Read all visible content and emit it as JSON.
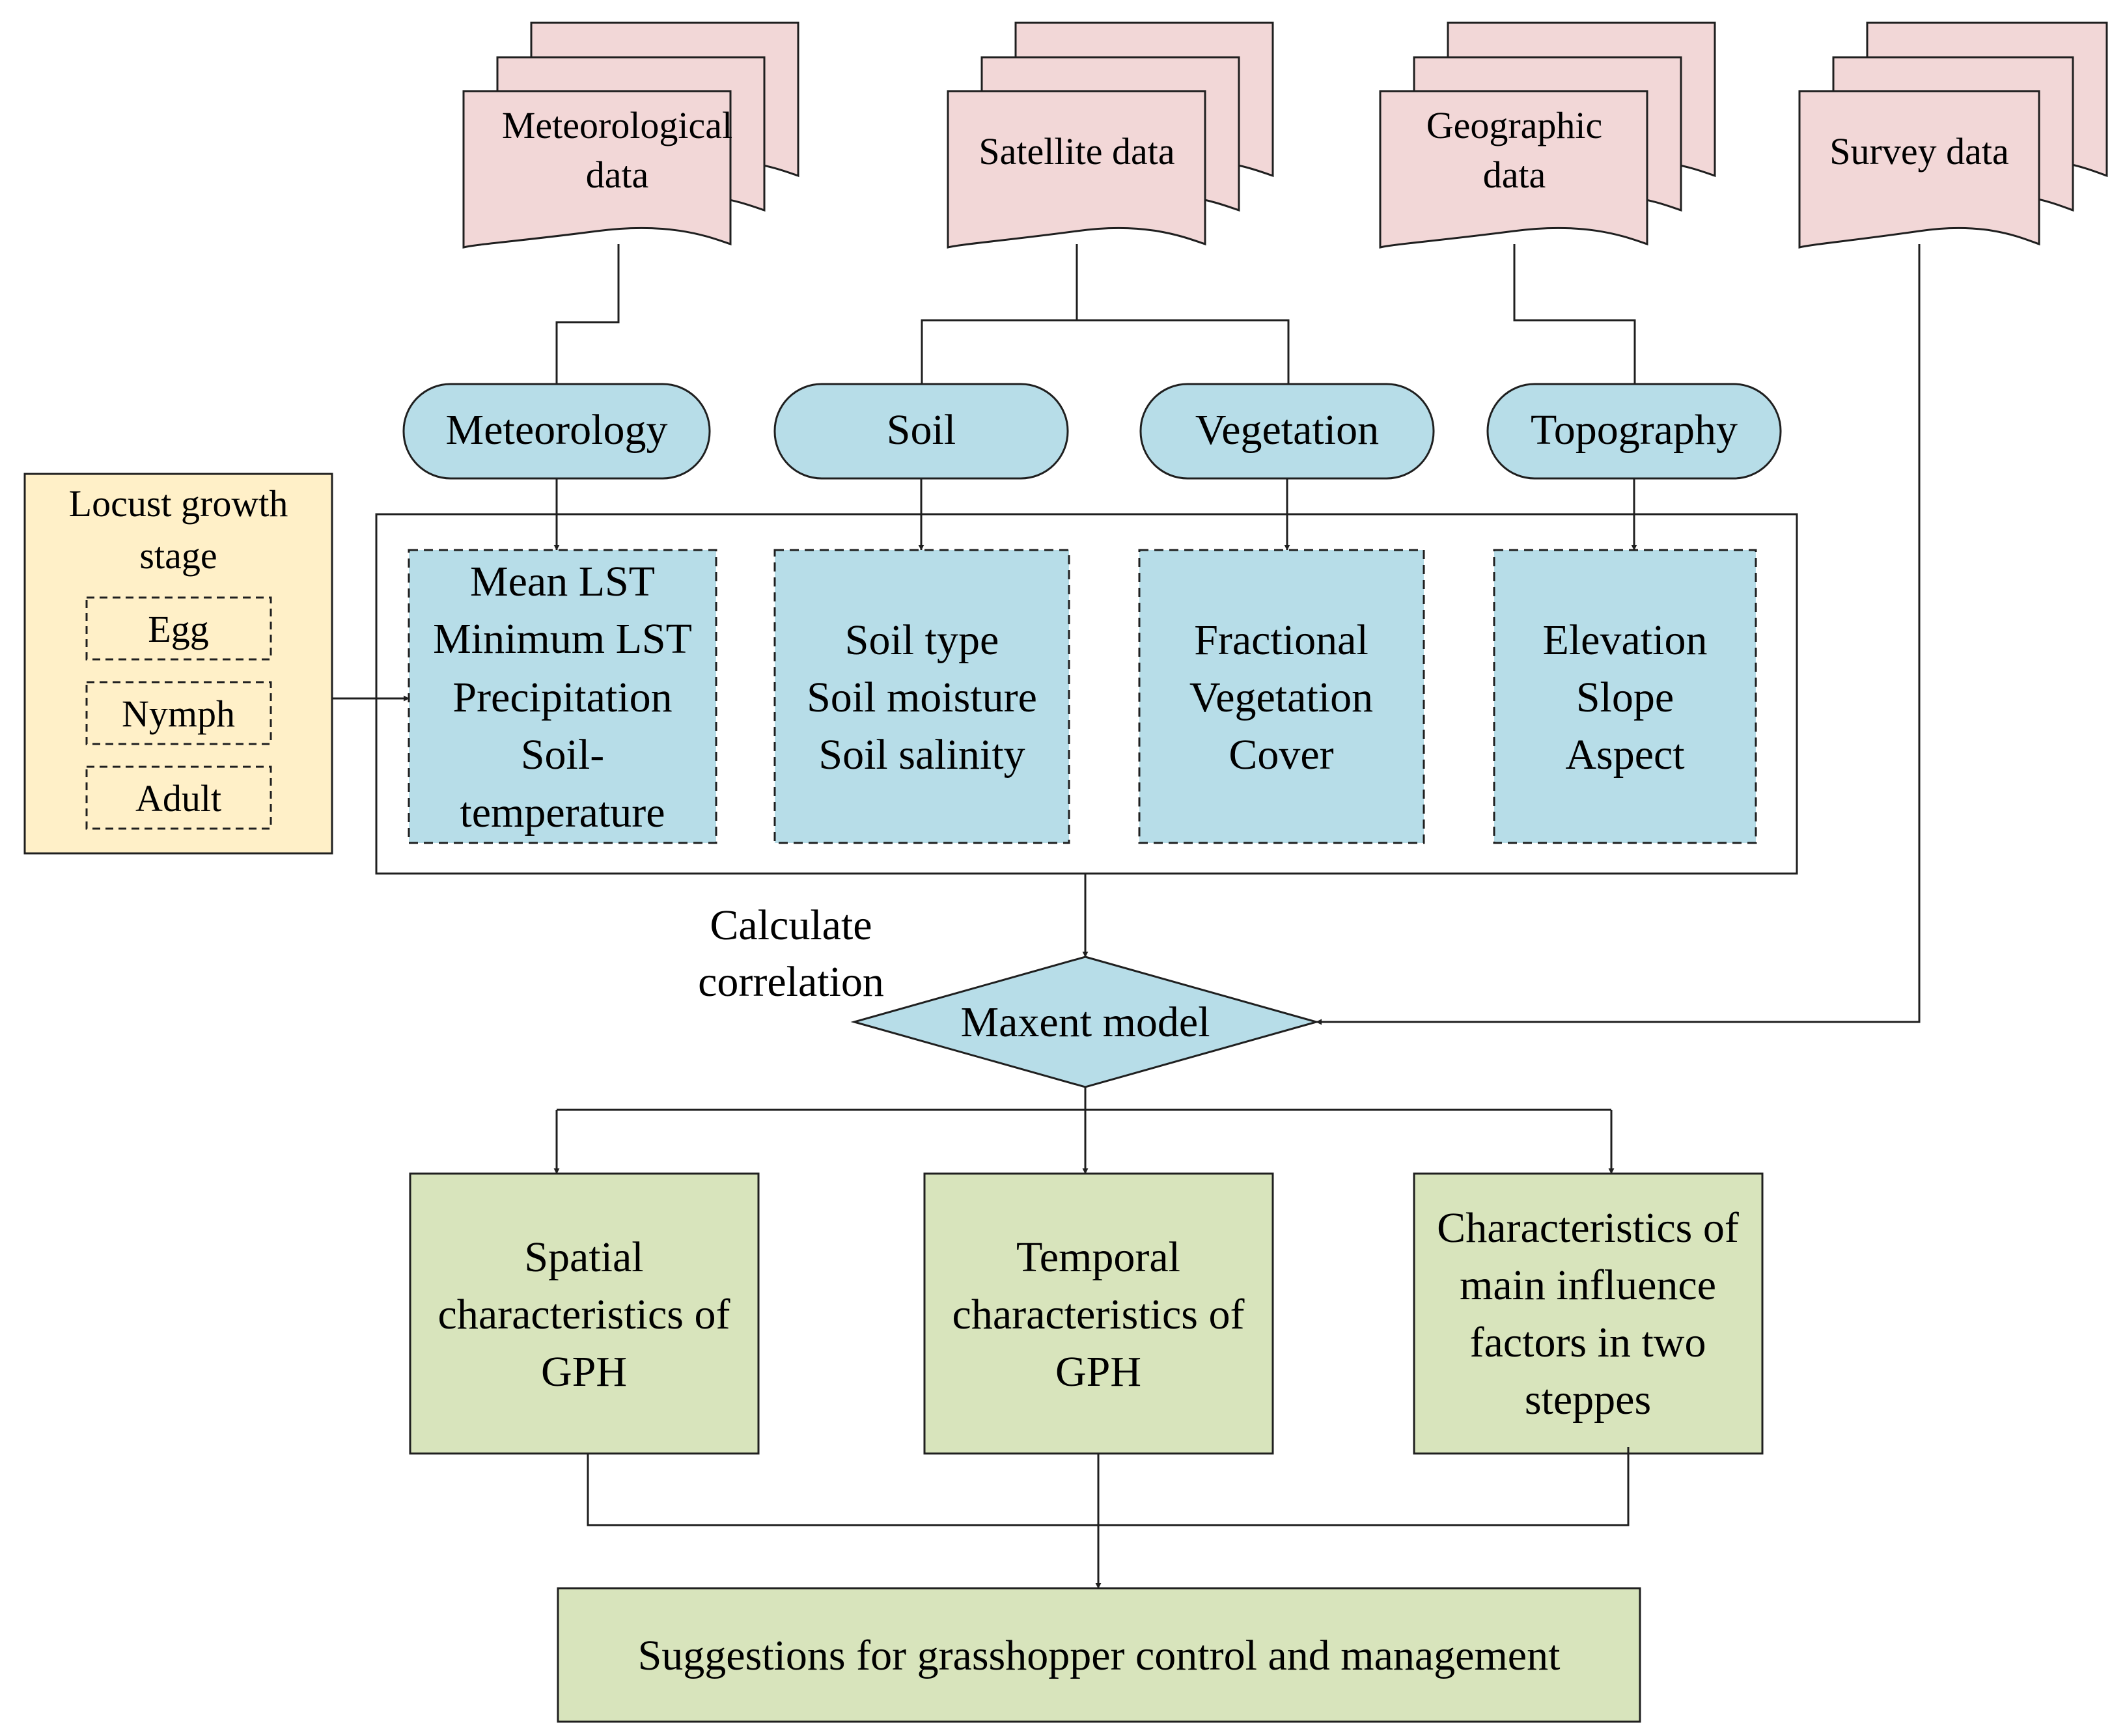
{
  "colors": {
    "document_fill": "#f2d7d7",
    "category_fill": "#b7dde8",
    "factor_fill": "#b7dde8",
    "stage_panel_fill": "#fff0c8",
    "output_fill": "#d8e4bc",
    "line": "#1f1f1f"
  },
  "sources": {
    "meteorological": [
      "Meteorological",
      "data"
    ],
    "satellite": [
      "Satellite data"
    ],
    "geographic": [
      "Geographic",
      "data"
    ],
    "survey": [
      "Survey data"
    ]
  },
  "categories": {
    "meteorology": "Meteorology",
    "soil": "Soil",
    "vegetation": "Vegetation",
    "topography": "Topography"
  },
  "factors": {
    "meteorology": [
      "Mean LST",
      "Minimum LST",
      "Precipitation",
      "Soil-",
      "temperature"
    ],
    "soil": [
      "Soil type",
      "Soil moisture",
      "Soil salinity"
    ],
    "vegetation": [
      "Fractional",
      "Vegetation",
      "Cover"
    ],
    "topography": [
      "Elevation",
      "Slope",
      "Aspect"
    ]
  },
  "growth_stage": {
    "title": [
      "Locust growth",
      "stage"
    ],
    "stages": [
      "Egg",
      "Nymph",
      "Adult"
    ]
  },
  "correlation_label": [
    "Calculate",
    "correlation"
  ],
  "model": "Maxent model",
  "outputs": {
    "spatial": [
      "Spatial",
      "characteristics of",
      "GPH"
    ],
    "temporal": [
      "Temporal",
      "characteristics of",
      "GPH"
    ],
    "influence": [
      "Characteristics of",
      "main influence",
      "factors in two",
      "steppes"
    ]
  },
  "suggestion": "Suggestions for grasshopper control and management"
}
